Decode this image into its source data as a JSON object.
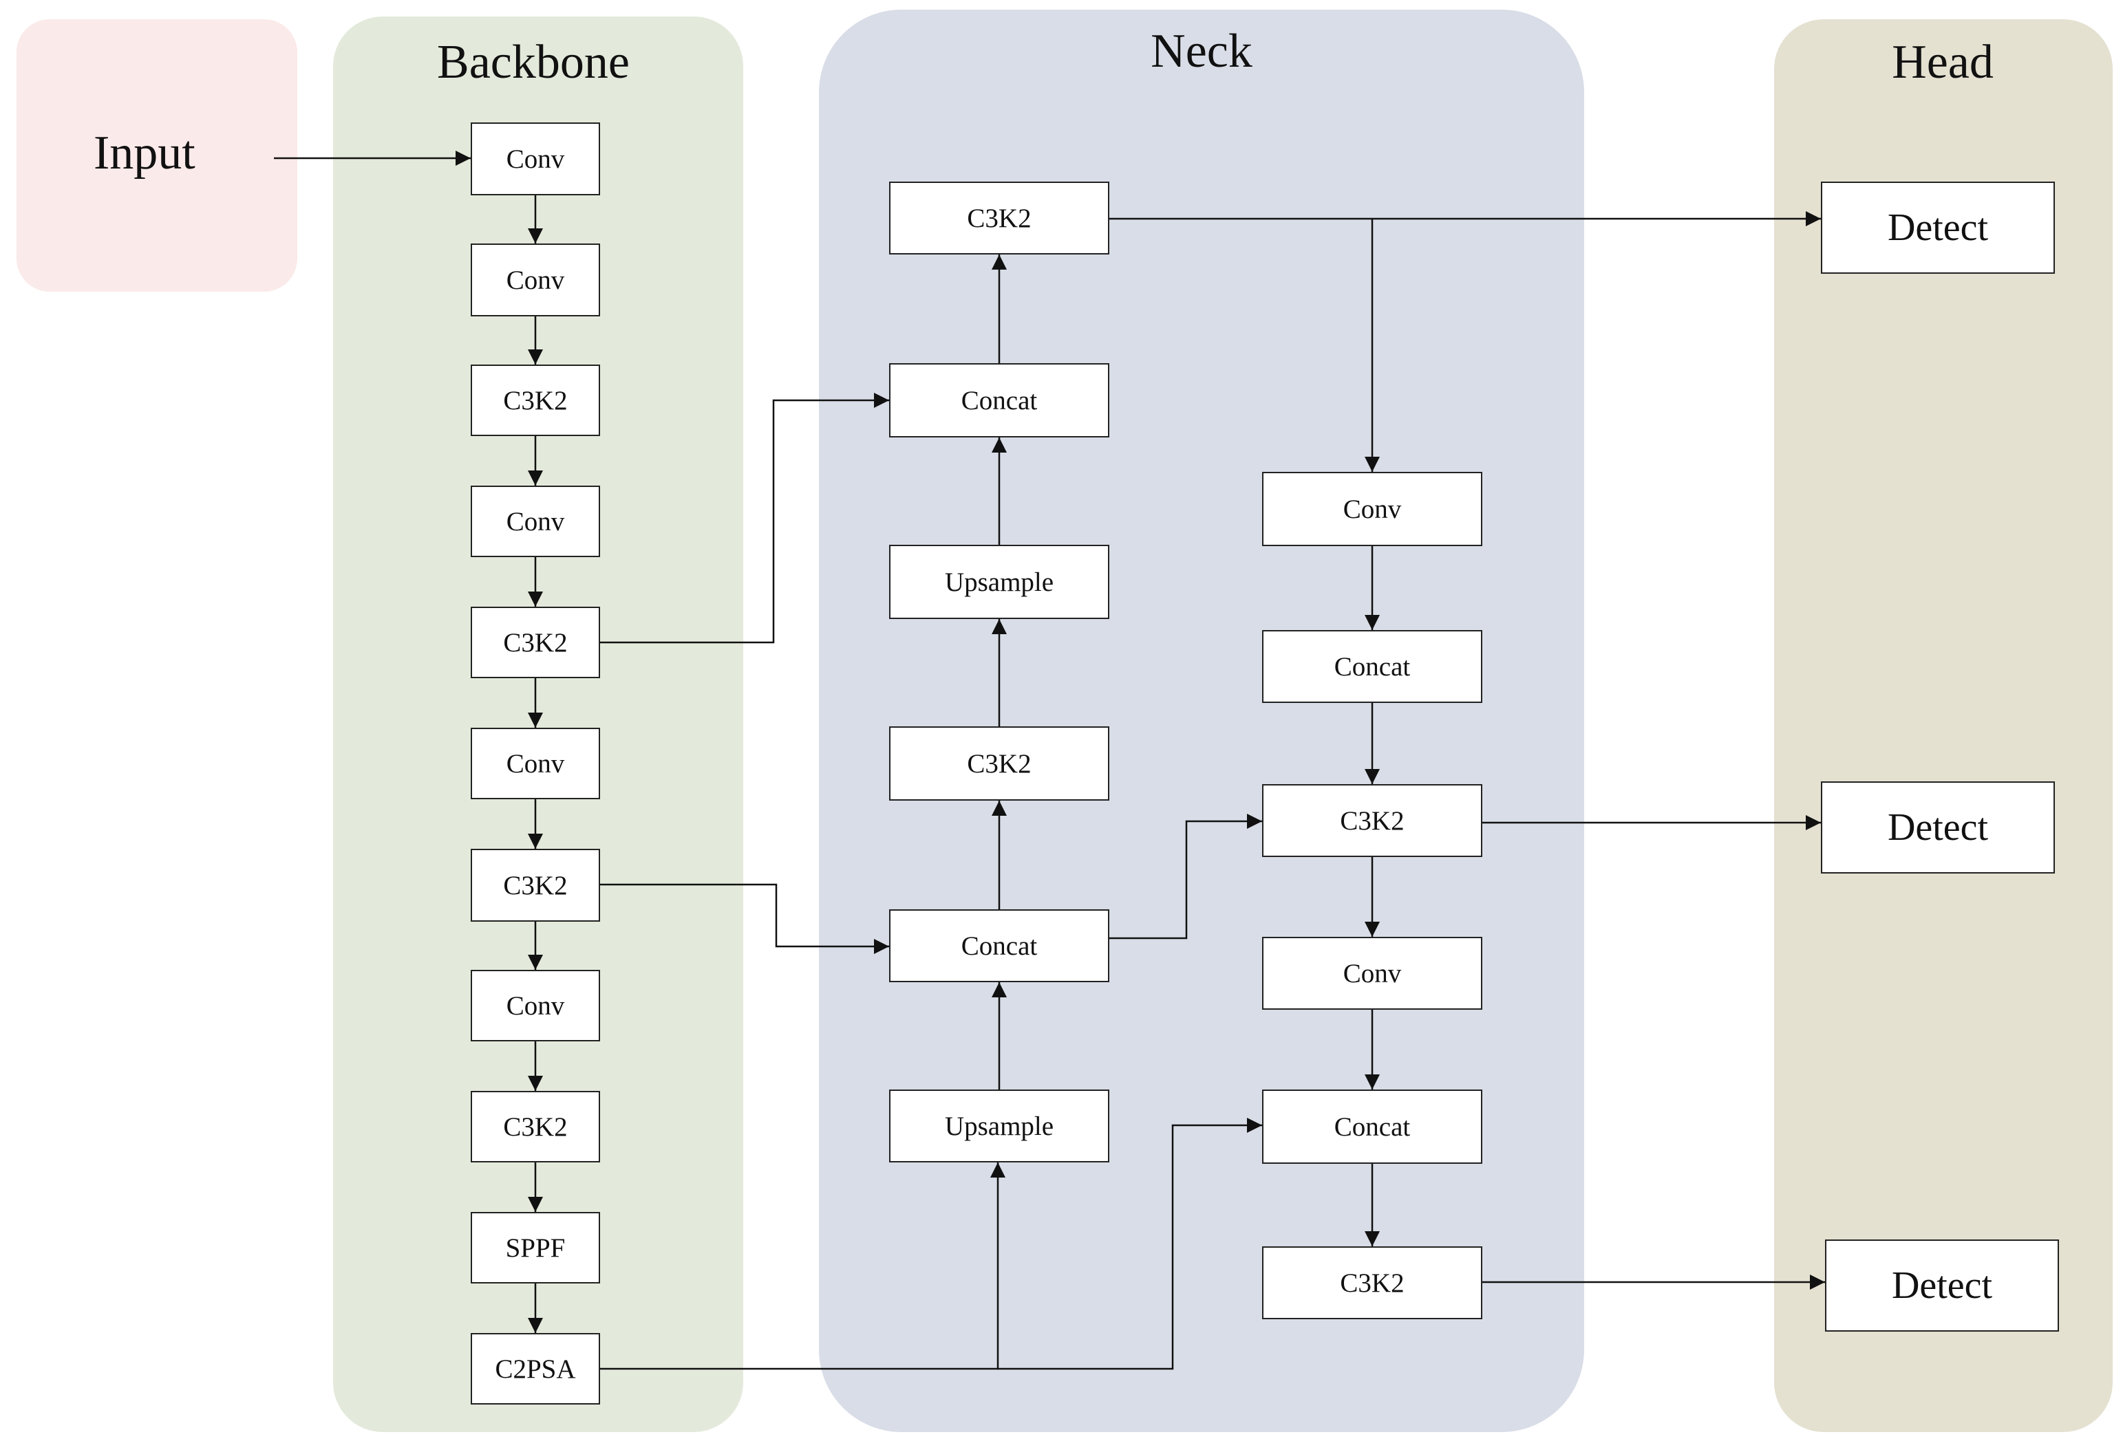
{
  "colors": {
    "input_bg": "#fbeaea",
    "backbone_bg": "#e3eadb",
    "neck_bg": "#d9dde7",
    "head_bg": "#e4e1d1",
    "line": "#111111"
  },
  "panels": {
    "input": {
      "title": "Input"
    },
    "backbone": {
      "title": "Backbone"
    },
    "neck": {
      "title": "Neck"
    },
    "head": {
      "title": "Head"
    }
  },
  "backbone": {
    "b1": "Conv",
    "b2": "Conv",
    "b3": "C3K2",
    "b4": "Conv",
    "b5": "C3K2",
    "b6": "Conv",
    "b7": "C3K2",
    "b8": "Conv",
    "b9": "C3K2",
    "b10": "SPPF",
    "b11": "C2PSA"
  },
  "neck": {
    "n1": "C3K2",
    "n2": "Concat",
    "n3": "Upsample",
    "n4": "C3K2",
    "n5": "Concat",
    "n6": "Upsample",
    "m1": "Conv",
    "m2": "Concat",
    "m3": "C3K2",
    "m4": "Conv",
    "m5": "Concat",
    "m6": "C3K2"
  },
  "head": {
    "d1": "Detect",
    "d2": "Detect",
    "d3": "Detect"
  }
}
